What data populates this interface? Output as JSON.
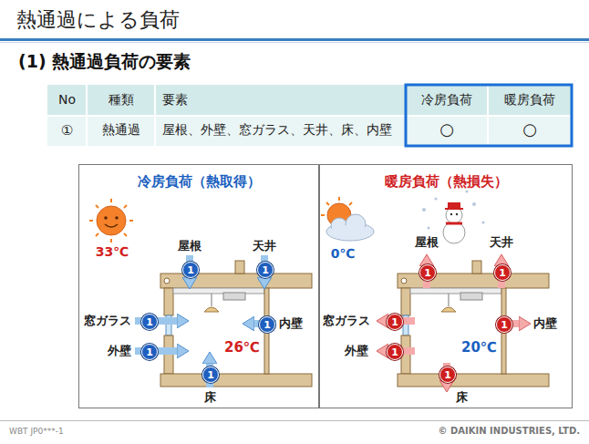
{
  "diagram": {
    "title": "熱通過による負荷",
    "nodes": [
      {
        "text": [
          "冷房負荷（熱取得）"
        ]
      },
      {
        "text": [
          "1"
        ],
        "in": 0
      },
      {
        "text": [
          "1"
        ],
        "in": 0
      },
      {
        "text": [
          "1"
        ],
        "in": 0
      },
      {
        "text": [
          "1"
        ],
        "in": 0
      },
      {
        "text": [
          "1"
        ],
        "in": 0
      },
      {
        "text": [
          "1"
        ],
        "in": 0
      },
      {
        "text": [
          "暖房負荷（熱損失）"
        ]
      },
      {
        "text": [
          "1"
        ],
        "in": 7
      },
      {
        "text": [
          "1"
        ],
        "in": 7
      },
      {
        "text": [
          "1"
        ],
        "in": 7
      },
      {
        "text": [
          "1"
        ],
        "in": 7
      },
      {
        "text": [
          "1"
        ],
        "in": 7
      },
      {
        "text": [
          "1"
        ],
        "in": 7
      }
    ],
    "labels": [
      "(1) 熱通過負荷の要素",
      "No",
      "種類",
      "要素",
      "冷房負荷",
      "暖房負荷",
      "①",
      "熱通過",
      "屋根、外壁、窓ガラス、天井、床、内壁",
      "○",
      "○",
      "33℃",
      "屋根",
      "天井",
      "窓ガラス",
      "内壁",
      "外壁",
      "26℃",
      "床",
      "0℃",
      "屋根",
      "天井",
      "窓ガラス",
      "内壁",
      "外壁",
      "20℃",
      "床",
      "WBT JP0***-1",
      "© DAIKIN INDUSTRIES, LTD."
    ]
  }
}
